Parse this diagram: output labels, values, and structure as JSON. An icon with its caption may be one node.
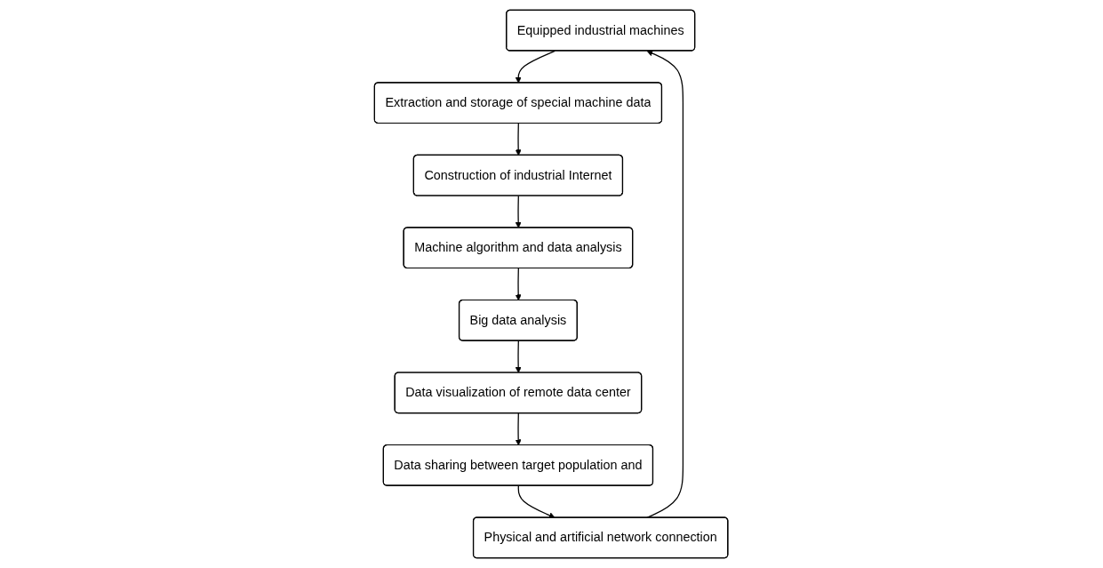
{
  "diagram": {
    "nodes": [
      {
        "text": [
          "Equipped industrial machines"
        ]
      },
      {
        "text": [
          "Extraction and storage of special machine data"
        ]
      },
      {
        "text": [
          "Construction of industrial Internet"
        ]
      },
      {
        "text": [
          "Machine algorithm and data analysis"
        ]
      },
      {
        "text": [
          "Big data analysis"
        ]
      },
      {
        "text": [
          "Data visualization of remote data center"
        ]
      },
      {
        "text": [
          "Data sharing between target population and"
        ]
      },
      {
        "text": [
          "Physical and artificial network connection"
        ]
      }
    ],
    "edges": [
      {
        "from": 0,
        "to": 1,
        "arrow": "to"
      },
      {
        "from": 1,
        "to": 2,
        "arrow": "to"
      },
      {
        "from": 2,
        "to": 3,
        "arrow": "to"
      },
      {
        "from": 3,
        "to": 4,
        "arrow": "to"
      },
      {
        "from": 4,
        "to": 5,
        "arrow": "to"
      },
      {
        "from": 5,
        "to": 6,
        "arrow": "to"
      },
      {
        "from": 6,
        "to": 7,
        "arrow": "to"
      },
      {
        "from": 7,
        "to": 0,
        "arrow": "to"
      }
    ]
  }
}
